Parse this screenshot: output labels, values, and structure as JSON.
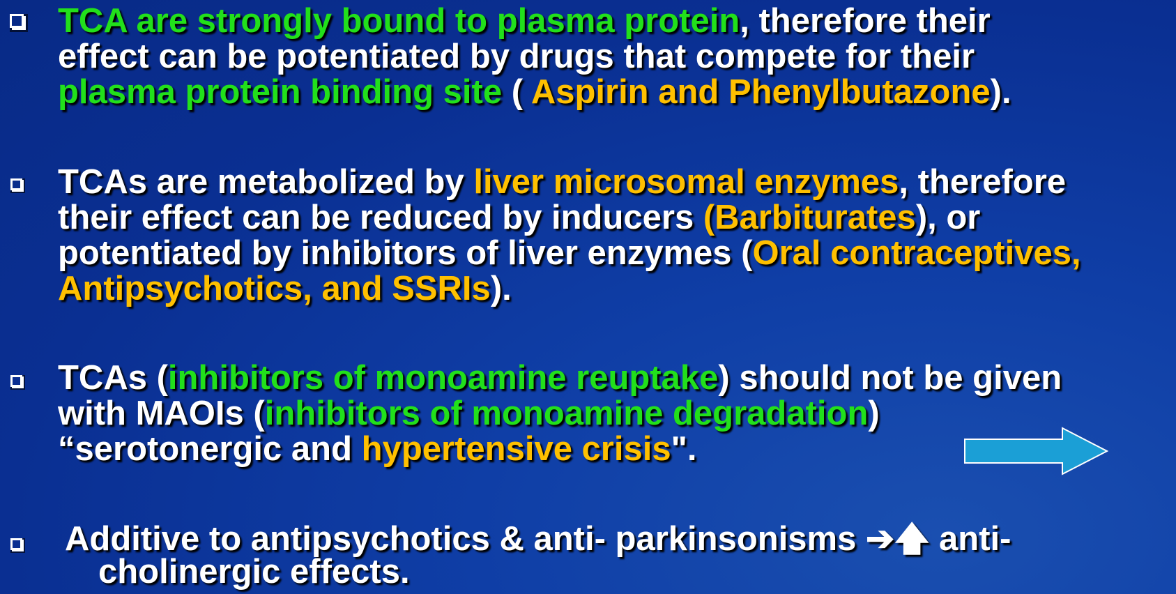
{
  "colors": {
    "background": "#0a2f92",
    "text": "#ffffff",
    "highlight_green": "#22e01b",
    "highlight_gold": "#ffc000",
    "arrow_fill": "#1b9fd6"
  },
  "bullets": [
    {
      "lines": [
        [
          {
            "text": " TCA are strongly bound to plasma protein",
            "color": "green"
          },
          {
            "text": ", therefore their",
            "color": "white"
          }
        ],
        [
          {
            "text": "effect can be potentiated by drugs that compete for their",
            "color": "white"
          }
        ],
        [
          {
            "text": "plasma protein binding site",
            "color": "green"
          },
          {
            "text": " ( ",
            "color": "white"
          },
          {
            "text": "Aspirin and Phenylbutazone",
            "color": "gold"
          },
          {
            "text": ").",
            "color": "white"
          }
        ]
      ]
    },
    {
      "lines": [
        [
          {
            "text": "TCAs are metabolized by ",
            "color": "white"
          },
          {
            "text": "liver microsomal enzymes",
            "color": "gold"
          },
          {
            "text": ", therefore",
            "color": "white"
          }
        ],
        [
          {
            "text": "their effect can be reduced by inducers ",
            "color": "white"
          },
          {
            "text": "(Barbiturates",
            "color": "gold"
          },
          {
            "text": "), or",
            "color": "white"
          }
        ],
        [
          {
            "text": "potentiated by inhibitors of liver enzymes (",
            "color": "white"
          },
          {
            "text": "Oral contraceptives,",
            "color": "gold"
          }
        ],
        [
          {
            "text": "Antipsychotics, and SSRIs",
            "color": "gold"
          },
          {
            "text": ").",
            "color": "white"
          }
        ]
      ]
    },
    {
      "lines": [
        [
          {
            "text": "TCAs (",
            "color": "white"
          },
          {
            "text": "inhibitors of monoamine reuptake",
            "color": "green"
          },
          {
            "text": ") should not be given",
            "color": "white"
          }
        ],
        [
          {
            "text": "with MAOIs (",
            "color": "white"
          },
          {
            "text": "inhibitors of monoamine degradation",
            "color": "green"
          },
          {
            "text": ")",
            "color": "white"
          }
        ],
        [
          {
            "text": "“serotonergic and ",
            "color": "white"
          },
          {
            "text": "hypertensive crisis",
            "color": "gold"
          },
          {
            "text": "\".",
            "color": "white"
          }
        ]
      ]
    },
    {
      "lines": [
        [
          {
            "text": " Additive to antipsychotics  & anti- parkinsonisms ➔🡅 anti-",
            "color": "white"
          }
        ],
        [
          {
            "text": "cholinergic effects.",
            "color": "white"
          }
        ]
      ]
    }
  ]
}
